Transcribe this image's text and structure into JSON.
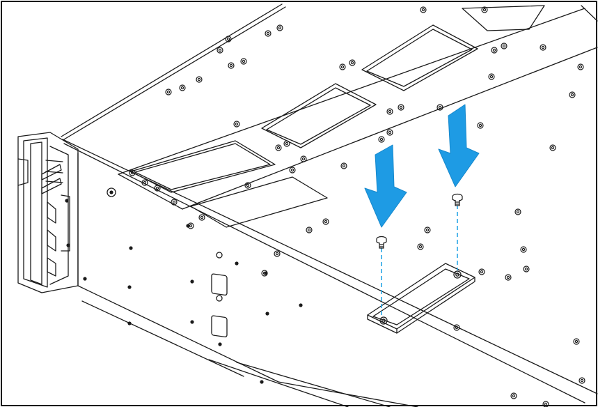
{
  "colors": {
    "line": "#1a1a1a",
    "background": "#ffffff",
    "arrow_fill": "#1e9be4",
    "arrow_stroke": "#1688cc",
    "guide_dash": "#2aa7e6"
  },
  "arrows": [
    {
      "name": "left-down-arrow",
      "direction": "down"
    },
    {
      "name": "right-down-arrow",
      "direction": "down"
    }
  ],
  "screws": [
    {
      "name": "screw-left"
    },
    {
      "name": "screw-right"
    }
  ],
  "icons": {
    "arrow": "down-arrow-icon",
    "screw": "screw-icon"
  }
}
